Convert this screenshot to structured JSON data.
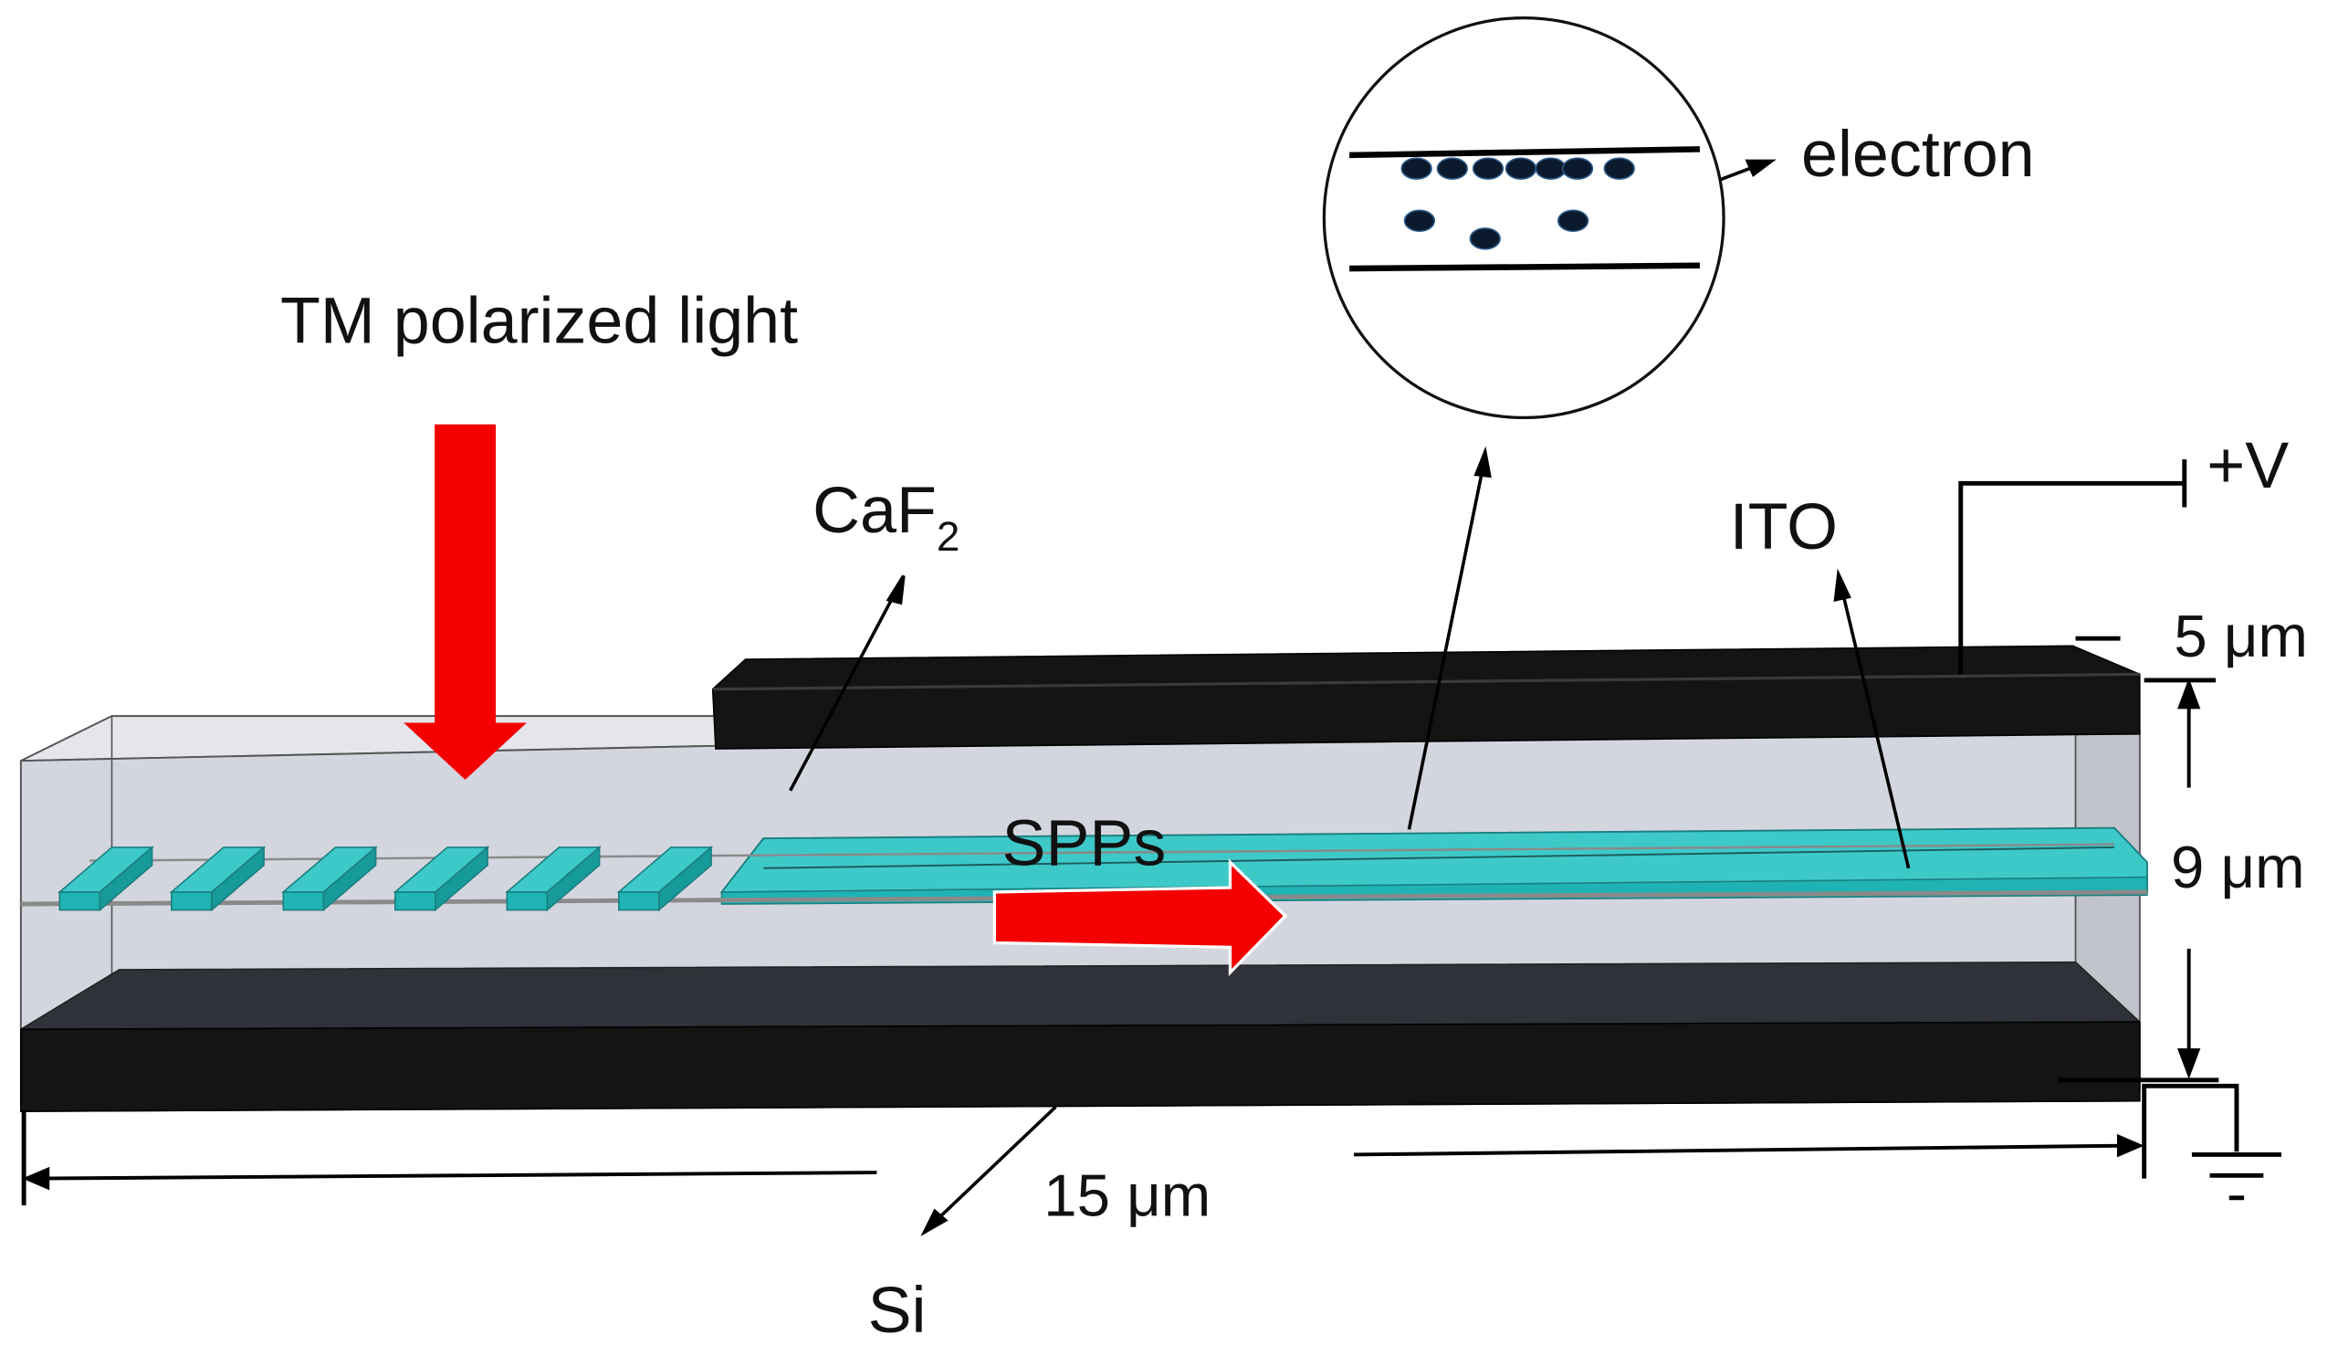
{
  "labels": {
    "light": "TM polarized light",
    "caf2_main": "CaF",
    "caf2_sub": "2",
    "spps": "SPPs",
    "ito": "ITO",
    "electron": "electron",
    "voltage": "+V",
    "dim_top": "5 μm",
    "dim_height": "9 μm",
    "dim_length": "15 μm",
    "si": "Si"
  },
  "colors": {
    "arrow_red": "#f50000",
    "ito_teal": "#1fb3b3",
    "ito_teal_top": "#3ec9c9",
    "caf2_fill": "#d4d6df",
    "electrode_black": "#141414",
    "substrate_black": "#141414",
    "substrate_top": "#30323a"
  },
  "grating_count": 6,
  "icons": [
    "red-arrow-icon",
    "ground-symbol-icon",
    "electron-dot-icon"
  ]
}
